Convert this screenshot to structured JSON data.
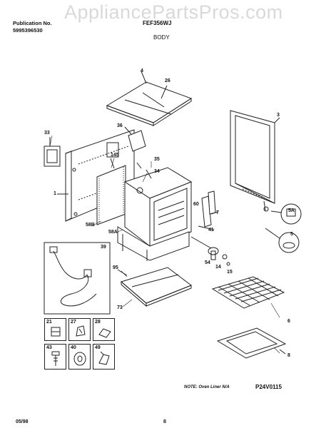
{
  "header": {
    "publication_label": "Publication No.",
    "publication_number": "5995396530",
    "model": "FEF356WJ",
    "section": "BODY"
  },
  "watermark": "AppliancePartsPros.com",
  "callouts": {
    "c4": "4",
    "c26": "26",
    "c3": "3",
    "c33": "33",
    "c36": "36",
    "c145": "145",
    "c35": "35",
    "c34": "34",
    "c1": "1",
    "c60": "60",
    "c7": "7",
    "c5A": "5A",
    "c58B": "58B",
    "c58A": "58A",
    "c41": "41",
    "c5": "5",
    "c39": "39",
    "c54": "54",
    "c14": "14",
    "c15": "15",
    "c95": "95",
    "c73": "73",
    "c6": "6",
    "c8": "8"
  },
  "hardware_boxes": [
    {
      "label": "21"
    },
    {
      "label": "27"
    },
    {
      "label": "28"
    },
    {
      "label": "43"
    },
    {
      "label": "40"
    },
    {
      "label": "49"
    }
  ],
  "note": "NOTE: Oven Liner N/A",
  "figure_code": "P24V0115",
  "footer": {
    "date": "05/98",
    "page": "8"
  }
}
